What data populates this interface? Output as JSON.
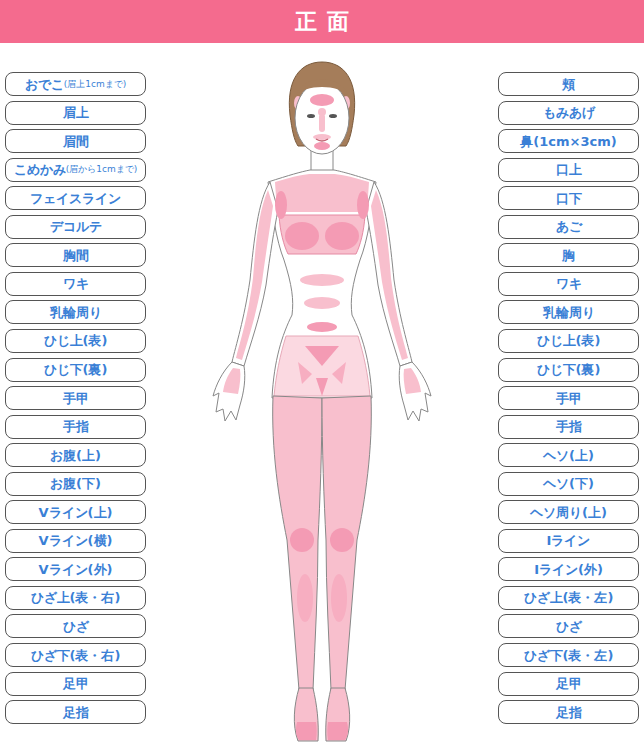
{
  "diagram": {
    "title": "正面",
    "nodes": [
      {
        "text": [
          "おでこ",
          "(眉上1cmまで)"
        ]
      },
      {
        "text": [
          "眉上"
        ]
      },
      {
        "text": [
          "眉間"
        ]
      },
      {
        "text": [
          "こめかみ",
          "(眉から1cmまで)"
        ]
      },
      {
        "text": [
          "フェイスライン"
        ]
      },
      {
        "text": [
          "デコルテ"
        ]
      },
      {
        "text": [
          "胸間"
        ]
      },
      {
        "text": [
          "ワキ"
        ]
      },
      {
        "text": [
          "乳輪周り"
        ]
      },
      {
        "text": [
          "ひじ上(表)"
        ]
      },
      {
        "text": [
          "ひじ下(裏)"
        ]
      },
      {
        "text": [
          "手甲"
        ]
      },
      {
        "text": [
          "手指"
        ]
      },
      {
        "text": [
          "お腹(上)"
        ]
      },
      {
        "text": [
          "お腹(下)"
        ]
      },
      {
        "text": [
          "Vライン(上)"
        ]
      },
      {
        "text": [
          "Vライン(横)"
        ]
      },
      {
        "text": [
          "Vライン(外)"
        ]
      },
      {
        "text": [
          "ひざ上(表・右)"
        ]
      },
      {
        "text": [
          "ひざ"
        ]
      },
      {
        "text": [
          "ひざ下(表・右)"
        ]
      },
      {
        "text": [
          "足甲"
        ]
      },
      {
        "text": [
          "足指"
        ]
      },
      {
        "text": [
          "頬"
        ]
      },
      {
        "text": [
          "もみあげ"
        ]
      },
      {
        "text": [
          "鼻(1cm×3cm)"
        ]
      },
      {
        "text": [
          "口上"
        ]
      },
      {
        "text": [
          "口下"
        ]
      },
      {
        "text": [
          "あご"
        ]
      },
      {
        "text": [
          "胸"
        ]
      },
      {
        "text": [
          "ワキ"
        ]
      },
      {
        "text": [
          "乳輪周り"
        ]
      },
      {
        "text": [
          "ひじ上(表)"
        ]
      },
      {
        "text": [
          "ひじ下(裏)"
        ]
      },
      {
        "text": [
          "手甲"
        ]
      },
      {
        "text": [
          "手指"
        ]
      },
      {
        "text": [
          "ヘソ(上)"
        ]
      },
      {
        "text": [
          "ヘソ(下)"
        ]
      },
      {
        "text": [
          "ヘソ周り(上)"
        ]
      },
      {
        "text": [
          "Iライン"
        ]
      },
      {
        "text": [
          "Iライン(外)"
        ]
      },
      {
        "text": [
          "ひざ上(表・左)"
        ]
      },
      {
        "text": [
          "ひざ"
        ]
      },
      {
        "text": [
          "ひざ下(表・左)"
        ]
      },
      {
        "text": [
          "足甲"
        ]
      },
      {
        "text": [
          "足指"
        ]
      }
    ]
  }
}
